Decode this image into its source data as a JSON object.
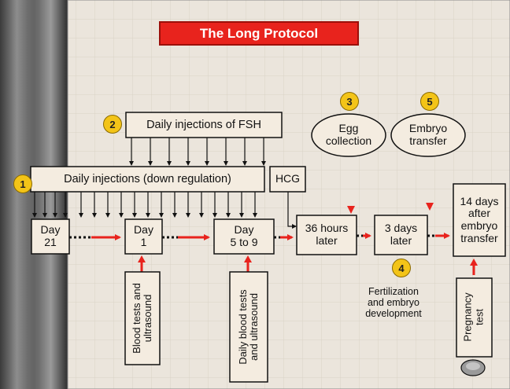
{
  "title": "The Long Protocol",
  "steps": [
    {
      "num": "1",
      "text": "Daily injections (down regulation)"
    },
    {
      "num": "2",
      "text": "Daily injections of FSH"
    },
    {
      "num": "3",
      "text": "Egg\ncollection"
    },
    {
      "num": "4",
      "text": "Fertilization\nand embryo\ndevelopment"
    },
    {
      "num": "5",
      "text": "Embryo\ntransfer"
    }
  ],
  "hcg": "HCG",
  "timeline": [
    {
      "text": "Day\n21"
    },
    {
      "text": "Day\n1"
    },
    {
      "text": "Day\n5 to 9"
    },
    {
      "text": "36 hours\nlater"
    },
    {
      "text": "3 days\nlater"
    },
    {
      "text": "14 days\nafter\nembryo\ntransfer"
    }
  ],
  "tests": [
    {
      "text": "Blood tests and\nultrasound"
    },
    {
      "text": "Daily blood tests\nand ultrasound"
    },
    {
      "text": "Pregnancy\ntest"
    }
  ],
  "colors": {
    "accent": "#e8231d",
    "box_fill": "#f4ece0",
    "badge": "#f3c418",
    "panel_bg": "#ebe5dc",
    "grid": "#d9d2c6"
  }
}
